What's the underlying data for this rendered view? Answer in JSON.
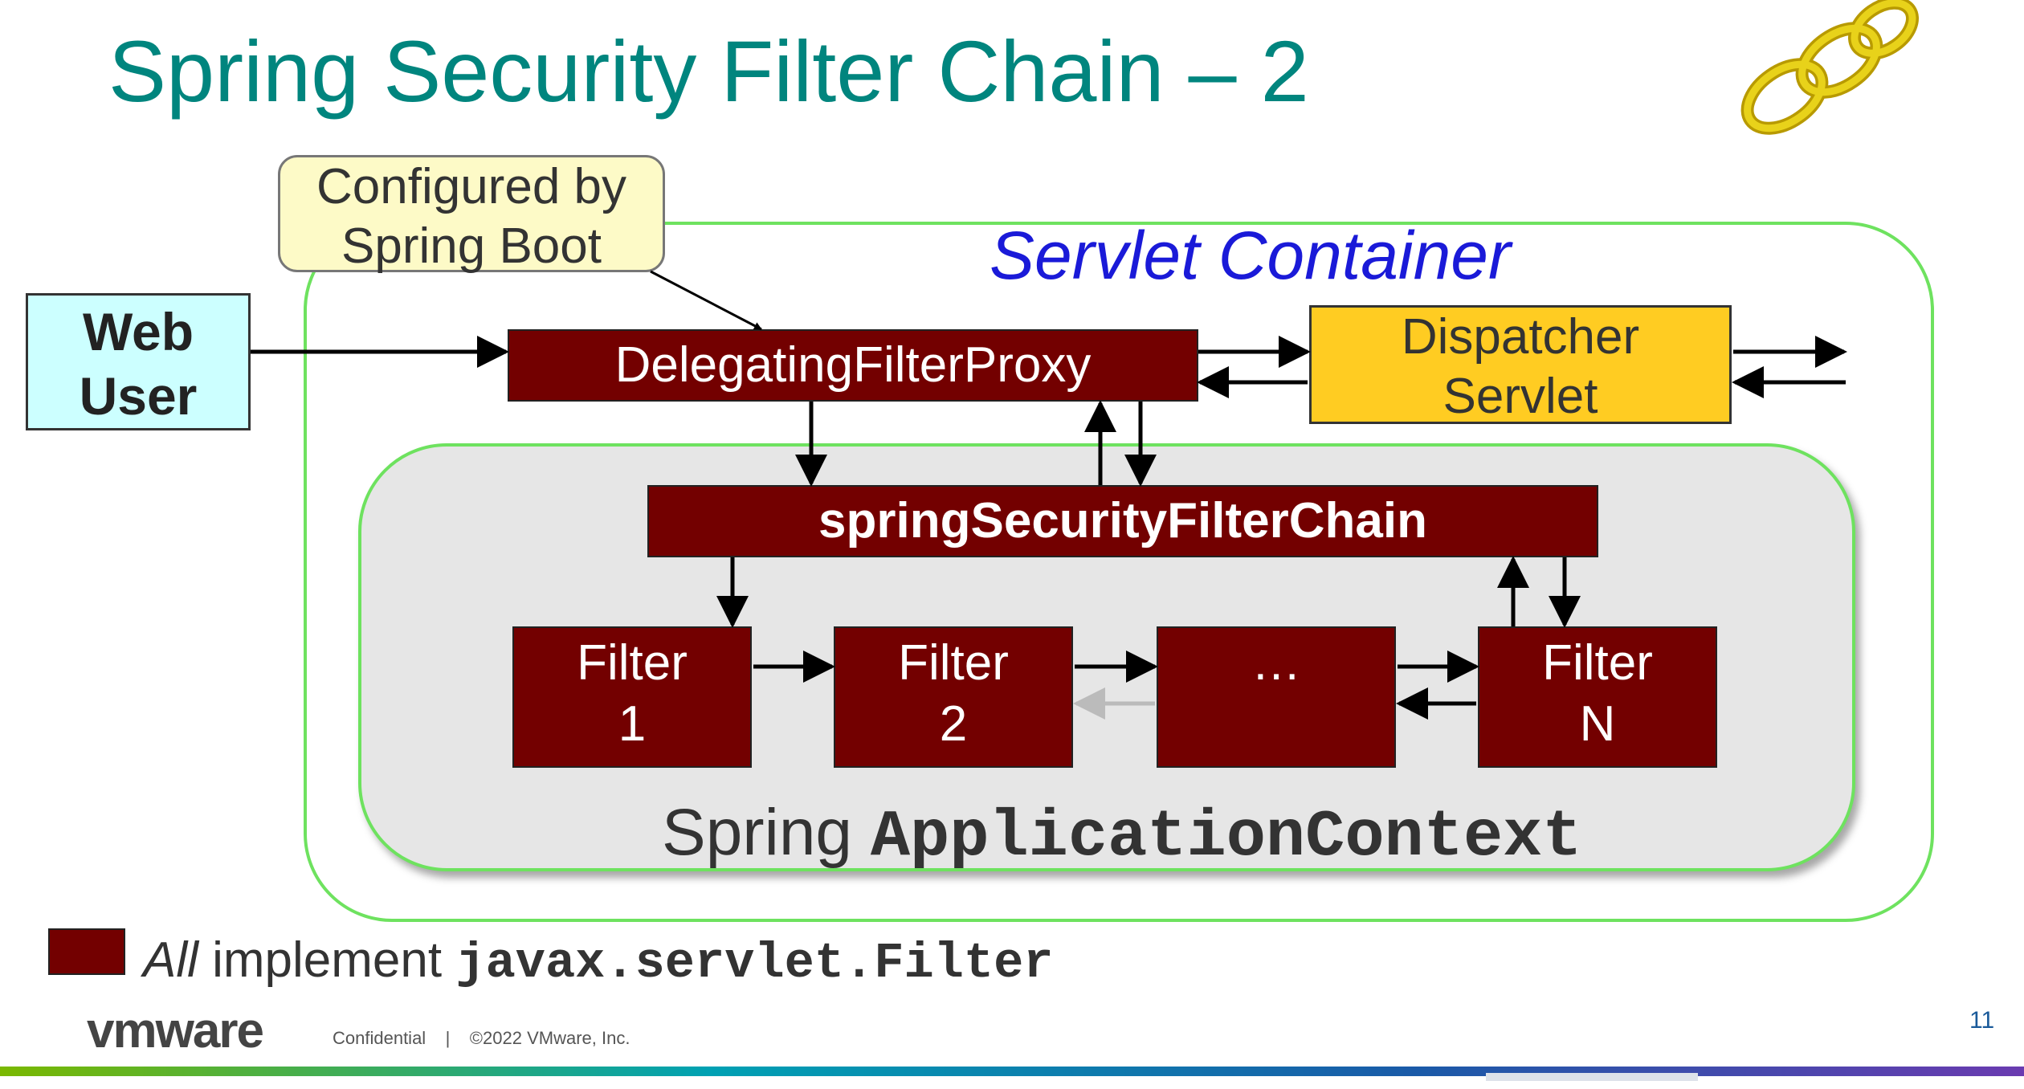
{
  "title": "Spring Security Filter Chain – 2",
  "callout": {
    "line1": "Configured by",
    "line2": "Spring Boot"
  },
  "container": {
    "label": "Servlet Container"
  },
  "web_user": {
    "line1": "Web",
    "line2": "User"
  },
  "proxy": {
    "label": "DelegatingFilterProxy"
  },
  "dispatcher": {
    "line1": "Dispatcher",
    "line2": "Servlet"
  },
  "chain": {
    "label": "springSecurityFilterChain"
  },
  "filters": [
    {
      "line1": "Filter",
      "line2": "1"
    },
    {
      "line1": "Filter",
      "line2": "2"
    },
    {
      "line1": "",
      "line2": "…"
    },
    {
      "line1": "Filter",
      "line2": "N"
    }
  ],
  "app_context": {
    "prefix": "Spring",
    "mono": "ApplicationContext"
  },
  "legend": {
    "italic": "All",
    "text": " implement ",
    "mono": "javax.servlet.Filter"
  },
  "footer": {
    "logo": "vmware",
    "confidential": "Confidential    |    ©2022 VMware, Inc.",
    "page": "11"
  },
  "colors": {
    "filter_red": "#730000",
    "title_teal": "#00857e",
    "container_green": "#6ee25f",
    "dispatcher_yellow": "#ffcc22",
    "web_user_cyan": "#ccffff"
  }
}
